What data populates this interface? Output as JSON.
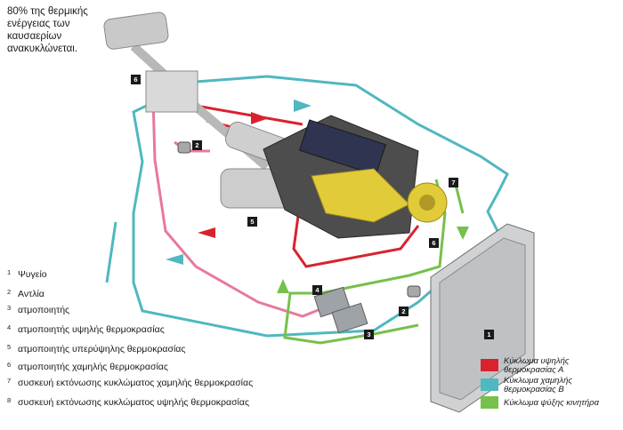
{
  "intro_text": [
    "80% της θερμικής",
    "ενέργειας των",
    "καυσαερίων",
    "ανακυκλώνεται."
  ],
  "legend": [
    {
      "num": "1",
      "label": "Ψυγείο"
    },
    {
      "num": "2",
      "label": "Αντλία"
    },
    {
      "num": "3",
      "label": "ατμοποιητής"
    },
    {
      "num": "4",
      "label": "ατμοποιητής υψηλής θερμοκρασίας"
    },
    {
      "num": "5",
      "label": "ατμοποιητής υπερύψηλης θερμοκρασίας"
    },
    {
      "num": "6",
      "label": "ατμοποιητής χαμηλής θερμοκρασίας"
    },
    {
      "num": "7",
      "label": "συσκευή εκτόνωσης κυκλώματος χαμηλής θερμοκρασίας"
    },
    {
      "num": "8",
      "label": "συσκευή εκτόνωσης κυκλώματος υψηλής θερμοκρασίας"
    }
  ],
  "circuits": [
    {
      "lines": [
        "Κύκλωμα υψηλής",
        "θερμοκρασίας Α"
      ],
      "color": "#d8232f"
    },
    {
      "lines": [
        "Κύκλωμα χαμηλής",
        "θερμοκρασίας Β"
      ],
      "color": "#4fb8c0"
    },
    {
      "lines": [
        "Κύκλωμα ψύξης κινητήρα"
      ],
      "color": "#76c04b"
    }
  ],
  "component_tags": [
    "1",
    "2",
    "2",
    "3",
    "4",
    "5",
    "6",
    "6",
    "7"
  ],
  "colors": {
    "high_temp": "#d8232f",
    "low_temp": "#4fb8c0",
    "engine": "#76c04b",
    "pipe_pink": "#e8799a"
  }
}
